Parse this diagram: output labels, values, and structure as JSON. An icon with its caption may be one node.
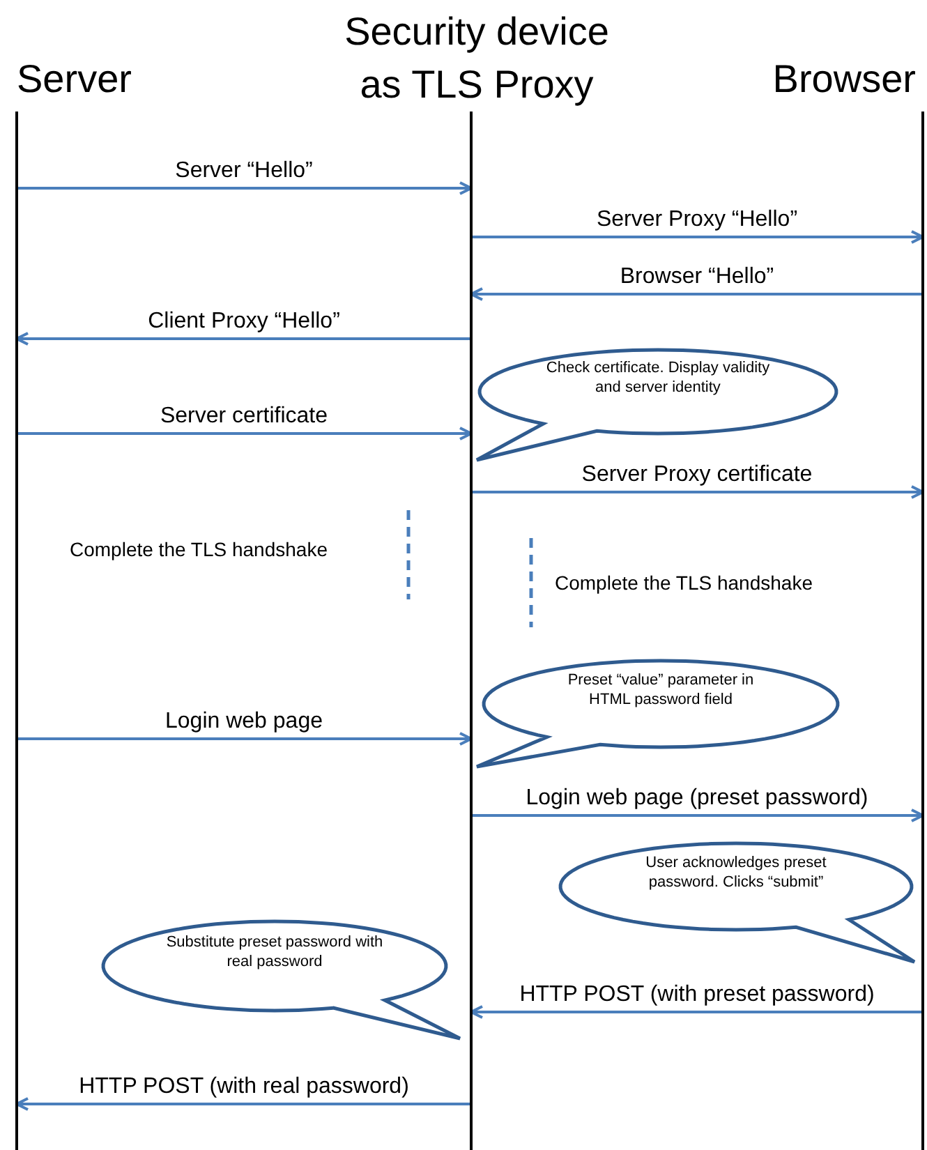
{
  "diagram": {
    "nodes": [
      {
        "text": [
          "Server"
        ]
      },
      {
        "text": [
          "Security device as TLS Proxy"
        ]
      },
      {
        "text": [
          "Browser"
        ]
      },
      {
        "text": [
          "Check certificate. Display validity and server identity"
        ]
      },
      {
        "text": [
          "Preset “value” parameter in HTML password field"
        ]
      },
      {
        "text": [
          "User acknowledges preset password. Clicks “submit”"
        ]
      },
      {
        "text": [
          "Substitute preset password with real password"
        ]
      }
    ],
    "edges": [
      {
        "from": 0,
        "to": 1,
        "arrow": "to",
        "label": "Server “Hello”"
      },
      {
        "from": 1,
        "to": 2,
        "arrow": "to",
        "label": "Server Proxy “Hello”"
      },
      {
        "from": 2,
        "to": 1,
        "arrow": "to",
        "label": "Browser “Hello”"
      },
      {
        "from": 1,
        "to": 0,
        "arrow": "to",
        "label": "Client Proxy “Hello”"
      },
      {
        "from": 0,
        "to": 1,
        "arrow": "to",
        "label": "Server certificate"
      },
      {
        "from": 1,
        "to": 2,
        "arrow": "to",
        "label": "Server Proxy certificate"
      },
      {
        "from": 0,
        "to": 1,
        "arrow": "to",
        "label": "Login web page"
      },
      {
        "from": 1,
        "to": 2,
        "arrow": "to",
        "label": "Login web page (preset password)"
      },
      {
        "from": 2,
        "to": 1,
        "arrow": "to",
        "label": "HTTP POST (with preset password)"
      },
      {
        "from": 1,
        "to": 0,
        "arrow": "to",
        "label": "HTTP POST (with real password)"
      }
    ],
    "labels": [
      "Complete the TLS handshake",
      "Complete the TLS handshake"
    ]
  }
}
